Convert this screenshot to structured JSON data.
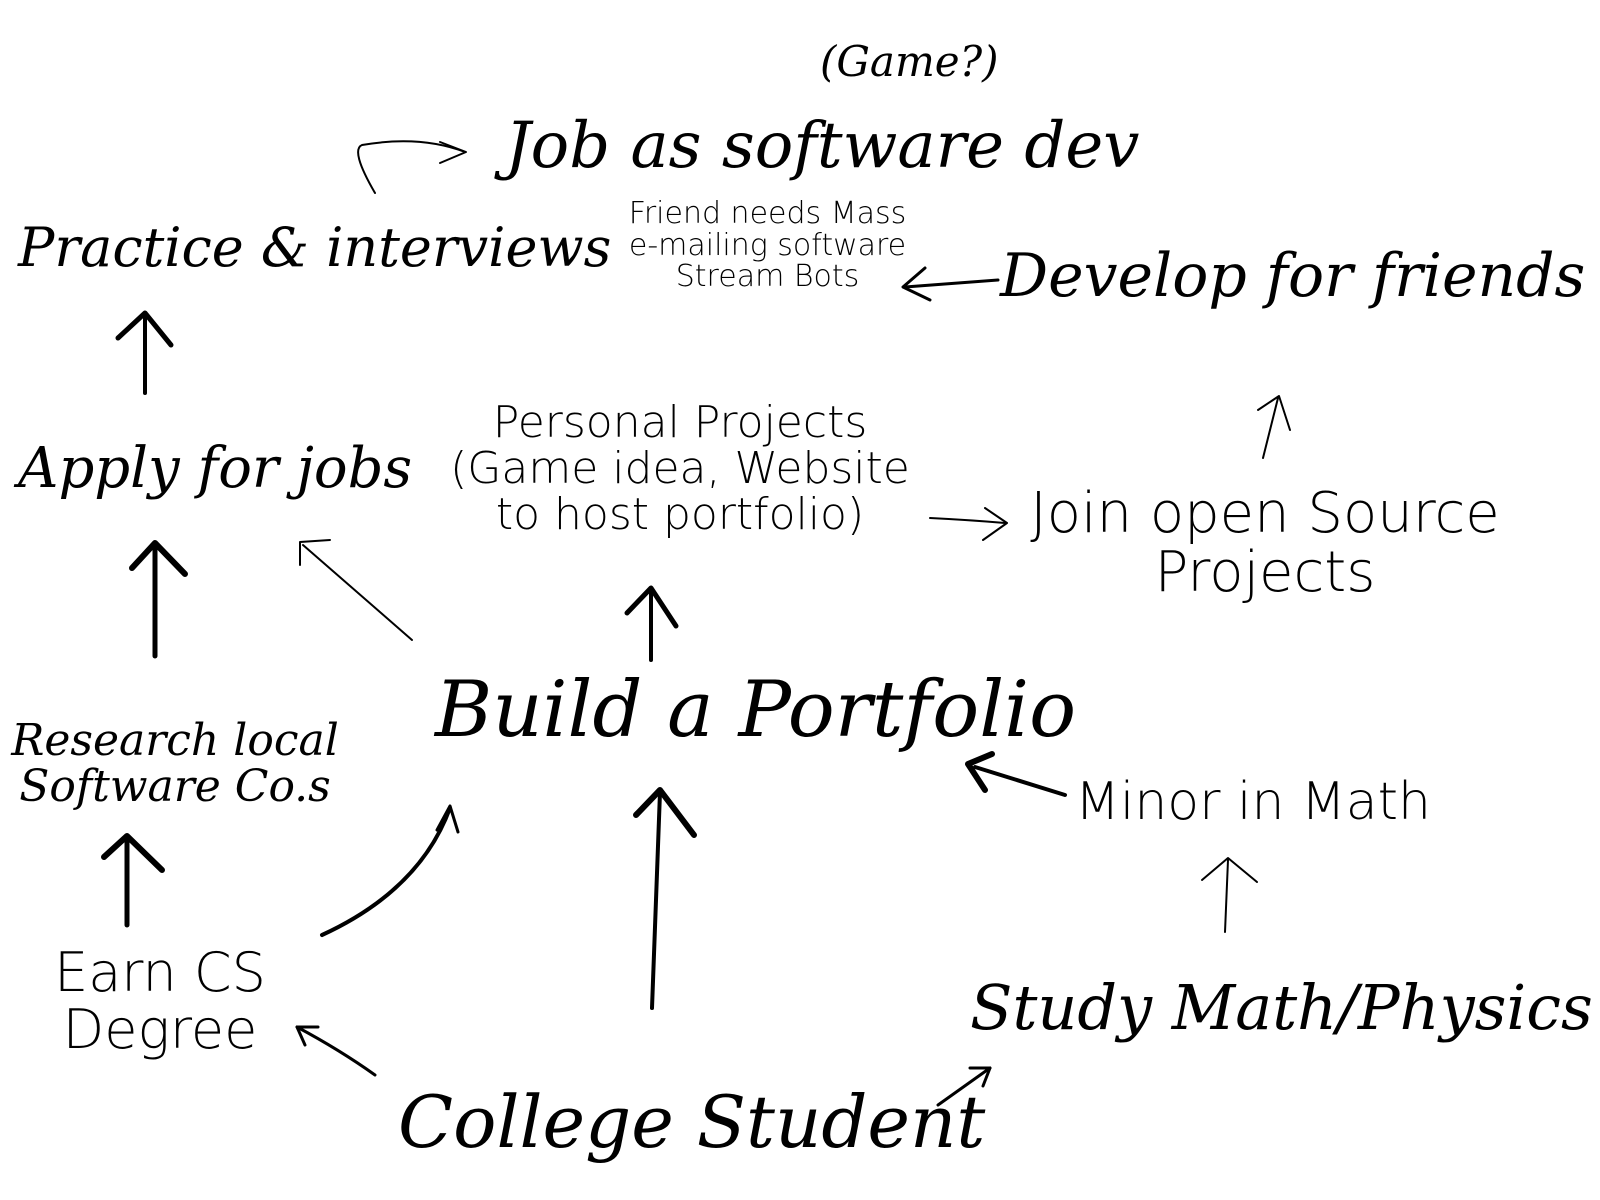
{
  "nodes": {
    "college_student": "College Student",
    "earn_cs_degree": [
      "Earn CS",
      "Degree"
    ],
    "research_local": [
      "Research local",
      "Software Co.s"
    ],
    "apply_jobs": "Apply for jobs",
    "practice_interviews": "Practice & interviews",
    "job_software_dev": "Job as software dev",
    "game_note": "(Game?)",
    "build_portfolio": "Build a Portfolio",
    "personal_projects": [
      "Personal Projects",
      "(Game idea, Website",
      "to host portfolio)"
    ],
    "join_open_source": [
      "Join open Source",
      "Projects"
    ],
    "develop_for_friends": "Develop for friends",
    "friend_ideas": [
      "Friend needs Mass",
      "e-mailing software",
      "Stream Bots"
    ],
    "study_math_physics": "Study Math/Physics",
    "minor_in_math": "Minor in Math"
  },
  "edges": [
    {
      "from": "college_student",
      "to": "earn_cs_degree"
    },
    {
      "from": "college_student",
      "to": "build_portfolio"
    },
    {
      "from": "college_student",
      "to": "study_math_physics"
    },
    {
      "from": "earn_cs_degree",
      "to": "research_local"
    },
    {
      "from": "earn_cs_degree",
      "to": "build_portfolio"
    },
    {
      "from": "research_local",
      "to": "apply_jobs"
    },
    {
      "from": "apply_jobs",
      "to": "practice_interviews"
    },
    {
      "from": "practice_interviews",
      "to": "job_software_dev"
    },
    {
      "from": "build_portfolio",
      "to": "apply_jobs"
    },
    {
      "from": "build_portfolio",
      "to": "personal_projects"
    },
    {
      "from": "personal_projects",
      "to": "join_open_source"
    },
    {
      "from": "join_open_source",
      "to": "develop_for_friends"
    },
    {
      "from": "develop_for_friends",
      "to": "friend_ideas"
    },
    {
      "from": "study_math_physics",
      "to": "minor_in_math"
    },
    {
      "from": "minor_in_math",
      "to": "build_portfolio"
    }
  ]
}
